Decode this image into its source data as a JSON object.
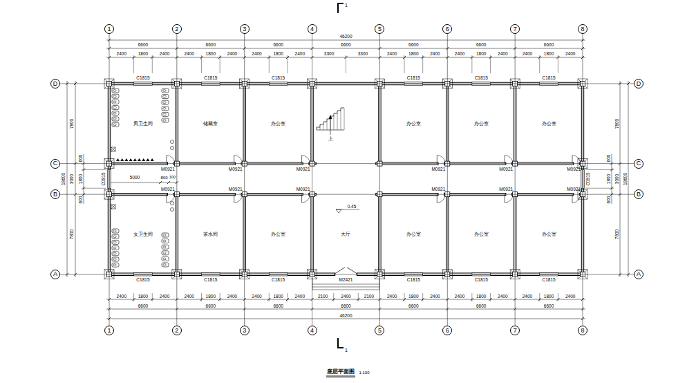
{
  "diagram": {
    "caption": "底层平面图",
    "nodes": [
      {
        "text": [
          "1"
        ]
      },
      {
        "text": [
          "2"
        ]
      },
      {
        "text": [
          "3"
        ]
      },
      {
        "text": [
          "4"
        ]
      },
      {
        "text": [
          "5"
        ]
      },
      {
        "text": [
          "6"
        ]
      },
      {
        "text": [
          "7"
        ]
      },
      {
        "text": [
          "8"
        ]
      },
      {
        "text": [
          "D"
        ]
      },
      {
        "text": [
          "C"
        ]
      },
      {
        "text": [
          "B"
        ]
      },
      {
        "text": [
          "A"
        ]
      },
      {
        "text": [
          "D"
        ]
      },
      {
        "text": [
          "C"
        ]
      },
      {
        "text": [
          "B"
        ]
      },
      {
        "text": [
          "A"
        ]
      },
      {
        "text": [
          "男卫生间"
        ]
      },
      {
        "text": [
          "储藏室"
        ]
      },
      {
        "text": [
          "办公室"
        ]
      },
      {
        "text": [
          "办公室"
        ]
      },
      {
        "text": [
          "办公室"
        ]
      },
      {
        "text": [
          "办公室"
        ]
      },
      {
        "text": [
          "女卫生间"
        ]
      },
      {
        "text": [
          "茶水间"
        ]
      },
      {
        "text": [
          "办公室"
        ]
      },
      {
        "text": [
          "大厅"
        ]
      },
      {
        "text": [
          "办公室"
        ]
      },
      {
        "text": [
          "办公室"
        ]
      },
      {
        "text": [
          "办公室"
        ]
      },
      {
        "text": [
          "1"
        ]
      },
      {
        "text": [
          "2"
        ]
      },
      {
        "text": [
          "3"
        ]
      },
      {
        "text": [
          "4"
        ]
      },
      {
        "text": [
          "5"
        ]
      },
      {
        "text": [
          "6"
        ]
      },
      {
        "text": [
          "7"
        ]
      },
      {
        "text": [
          "8"
        ]
      }
    ],
    "edges": [
      {
        "from": 0,
        "to": 29,
        "arrow": "none"
      },
      {
        "from": 1,
        "to": 30,
        "arrow": "none"
      },
      {
        "from": 2,
        "to": 31,
        "arrow": "none"
      },
      {
        "from": 3,
        "to": 32,
        "arrow": "none"
      },
      {
        "from": 4,
        "to": 33,
        "arrow": "none"
      },
      {
        "from": 5,
        "to": 34,
        "arrow": "none"
      },
      {
        "from": 6,
        "to": 35,
        "arrow": "none"
      },
      {
        "from": 7,
        "to": 36,
        "arrow": "none"
      },
      {
        "from": 8,
        "to": 12,
        "arrow": "none"
      },
      {
        "from": 9,
        "to": 13,
        "arrow": "none"
      },
      {
        "from": 10,
        "to": 14,
        "arrow": "none"
      },
      {
        "from": 11,
        "to": 15,
        "arrow": "none"
      }
    ],
    "labels": [
      "1",
      "46200",
      "6600",
      "6600",
      "6600",
      "6600",
      "6600",
      "6600",
      "6600",
      "2400",
      "1800",
      "2400",
      "2400",
      "1800",
      "2400",
      "2400",
      "1800",
      "2400",
      "3300",
      "3300",
      "2400",
      "1800",
      "2400",
      "2400",
      "1800",
      "2400",
      "2400",
      "1800",
      "2400",
      "C1815",
      "C1815",
      "C1815",
      "C1815",
      "C1815",
      "C1815",
      "上",
      "M0921",
      "M0921",
      "M0921",
      "M0921",
      "M0921",
      "M0921",
      "5000",
      "800",
      "100",
      "C0915",
      "C0915",
      "M0921",
      "M0921",
      "M0921",
      "M0921",
      "M0921",
      "M0921",
      "0.45",
      "M2421",
      "C1815",
      "C1815",
      "C1815",
      "C1815",
      "C1815",
      "C1815",
      "2400",
      "1800",
      "2400",
      "2400",
      "1800",
      "2400",
      "2400",
      "1800",
      "2400",
      "2100",
      "2400",
      "2100",
      "2400",
      "1800",
      "2400",
      "2400",
      "1800",
      "2400",
      "2400",
      "1800",
      "2400",
      "6600",
      "6600",
      "6600",
      "6600",
      "6600",
      "6600",
      "6600",
      "46200",
      "18600",
      "7800",
      "3000",
      "7800",
      "600",
      "1800",
      "600",
      "18600",
      "7800",
      "3000",
      "7800",
      "600",
      "1800",
      "600",
      "1",
      "1:100"
    ]
  }
}
